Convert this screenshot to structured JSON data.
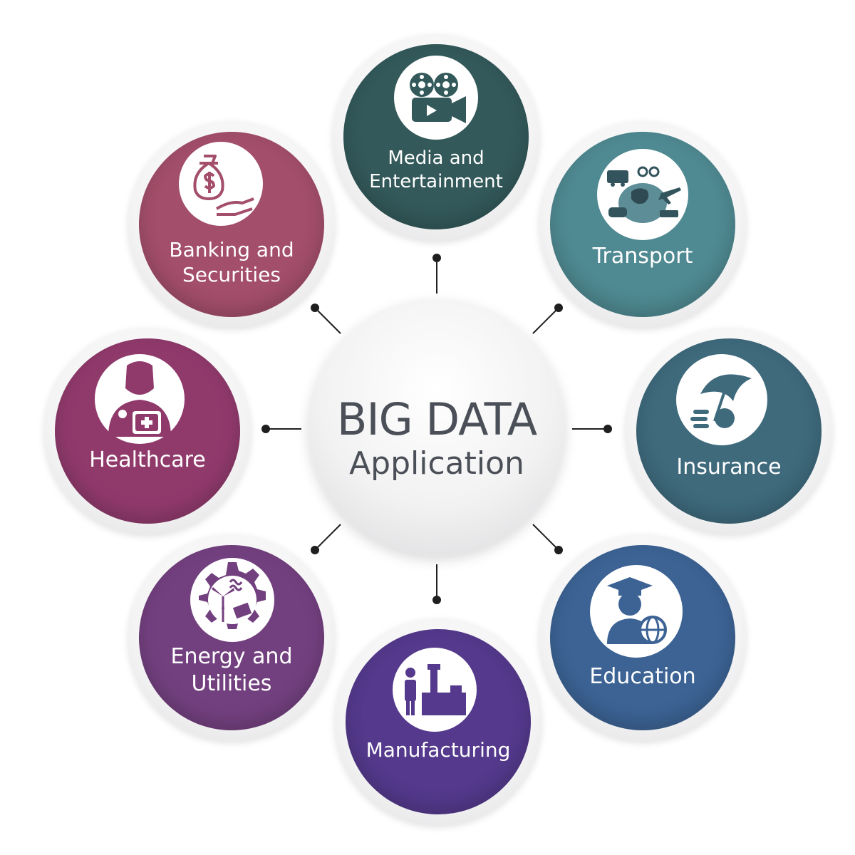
{
  "center": {
    "title": "BIG DATA",
    "subtitle": "Application"
  },
  "colors": {
    "media": "#33595a",
    "transport": "#4f8991",
    "insurance": "#3e6a7c",
    "education": "#3c6394",
    "manufacturing": "#54398c",
    "energy": "#73407f",
    "healthcare": "#903a6c",
    "banking": "#a34e6a",
    "connector": "#1f1f1f"
  },
  "nodes": {
    "media": {
      "label": "Media and\nEntertainment",
      "icon": "film-camera-icon"
    },
    "transport": {
      "label": "Transport",
      "icon": "globe-transport-icon"
    },
    "insurance": {
      "label": "Insurance",
      "icon": "umbrella-coins-icon"
    },
    "education": {
      "label": "Education",
      "icon": "graduate-globe-icon"
    },
    "manufacturing": {
      "label": "Manufacturing",
      "icon": "factory-machine-icon"
    },
    "energy": {
      "label": "Energy and\nUtilities",
      "icon": "gear-windmill-icon"
    },
    "healthcare": {
      "label": "Healthcare",
      "icon": "doctor-medkit-icon"
    },
    "banking": {
      "label": "Banking and\nSecurities",
      "icon": "money-bag-hand-icon"
    }
  }
}
